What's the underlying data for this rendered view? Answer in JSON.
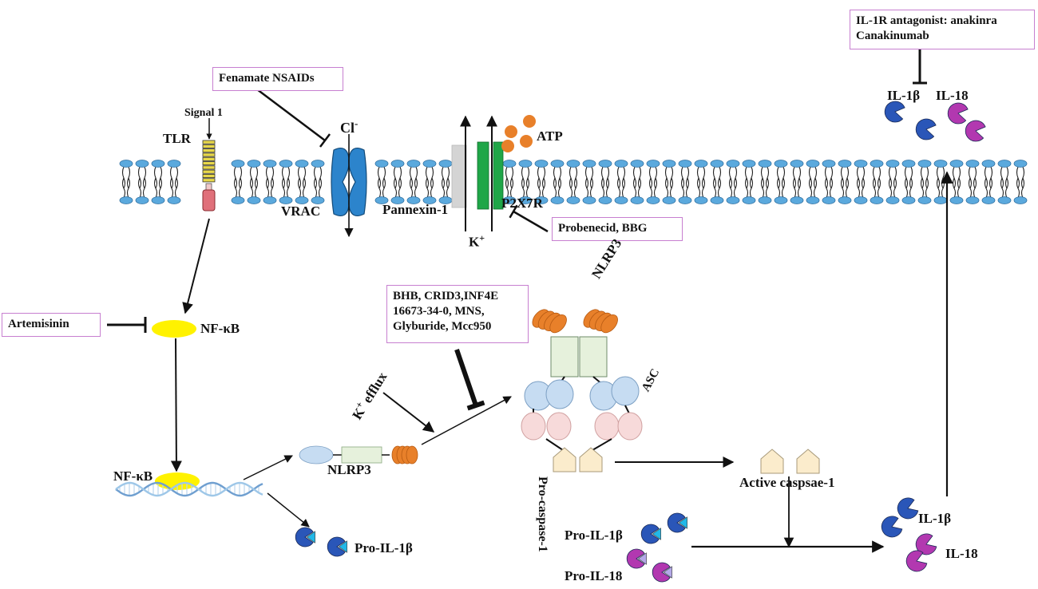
{
  "colors": {
    "lipid_head": "#5ba9dd",
    "tlr_stripes": "#e8d84a",
    "tlr_base": "#e0707a",
    "vrac": "#2c84cc",
    "pannexin": "#d4d4d4",
    "p2x7r": "#1fa648",
    "atp": "#e8802a",
    "nfkb": "#fff200",
    "dna": "#9ec7e8",
    "nacht": "#e6f1dc",
    "card": "#c6dcf2",
    "pyd": "#f7dada",
    "caspase": "#fbeccc",
    "il1b": "#2a56b8",
    "il18": "#b238b0",
    "inhibitor_box": "#c77fd0"
  },
  "labels": {
    "signal1": "Signal 1",
    "tlr": "TLR",
    "cl": "Cl",
    "cl_charge": "-",
    "atp": "ATP",
    "vrac": "VRAC",
    "pannexin": "Pannexin-1",
    "p2x7r": "P2X7R",
    "kplus": "K",
    "kplus_charge": "+",
    "nfkb_top": "NF-κB",
    "nfkb_bottom": "NF-κB",
    "nlrp3_top": "NLRP3",
    "nlrp3_bottom": "NLRP3",
    "asc": "ASC",
    "k_efflux_k": "K",
    "k_efflux_charge": "+",
    "k_efflux_word": " efflux",
    "pro_caspase": "Pro-caspase-1",
    "active_caspase": "Active caspsae-1",
    "pro_il1b_left": "Pro-IL-1β",
    "pro_il1b_center": "Pro-IL-1β",
    "pro_il18": "Pro-IL-18",
    "il1b_right": "IL-1β",
    "il18_right": "IL-18",
    "il1b_top": "IL-1β",
    "il18_top": "IL-18"
  },
  "inhibitors": {
    "fenamate": "Fenamate NSAIDs",
    "probenecid": "Probenecid, BBG",
    "artemisinin": "Artemisinin",
    "nlrp3_inhibitors": [
      "BHB, CRID3,INF4E",
      "16673-34-0, MNS,",
      "Glyburide,  Mcc950"
    ],
    "il1r": [
      "IL-1R antagonist: anakinra",
      "Canakinumab"
    ]
  }
}
